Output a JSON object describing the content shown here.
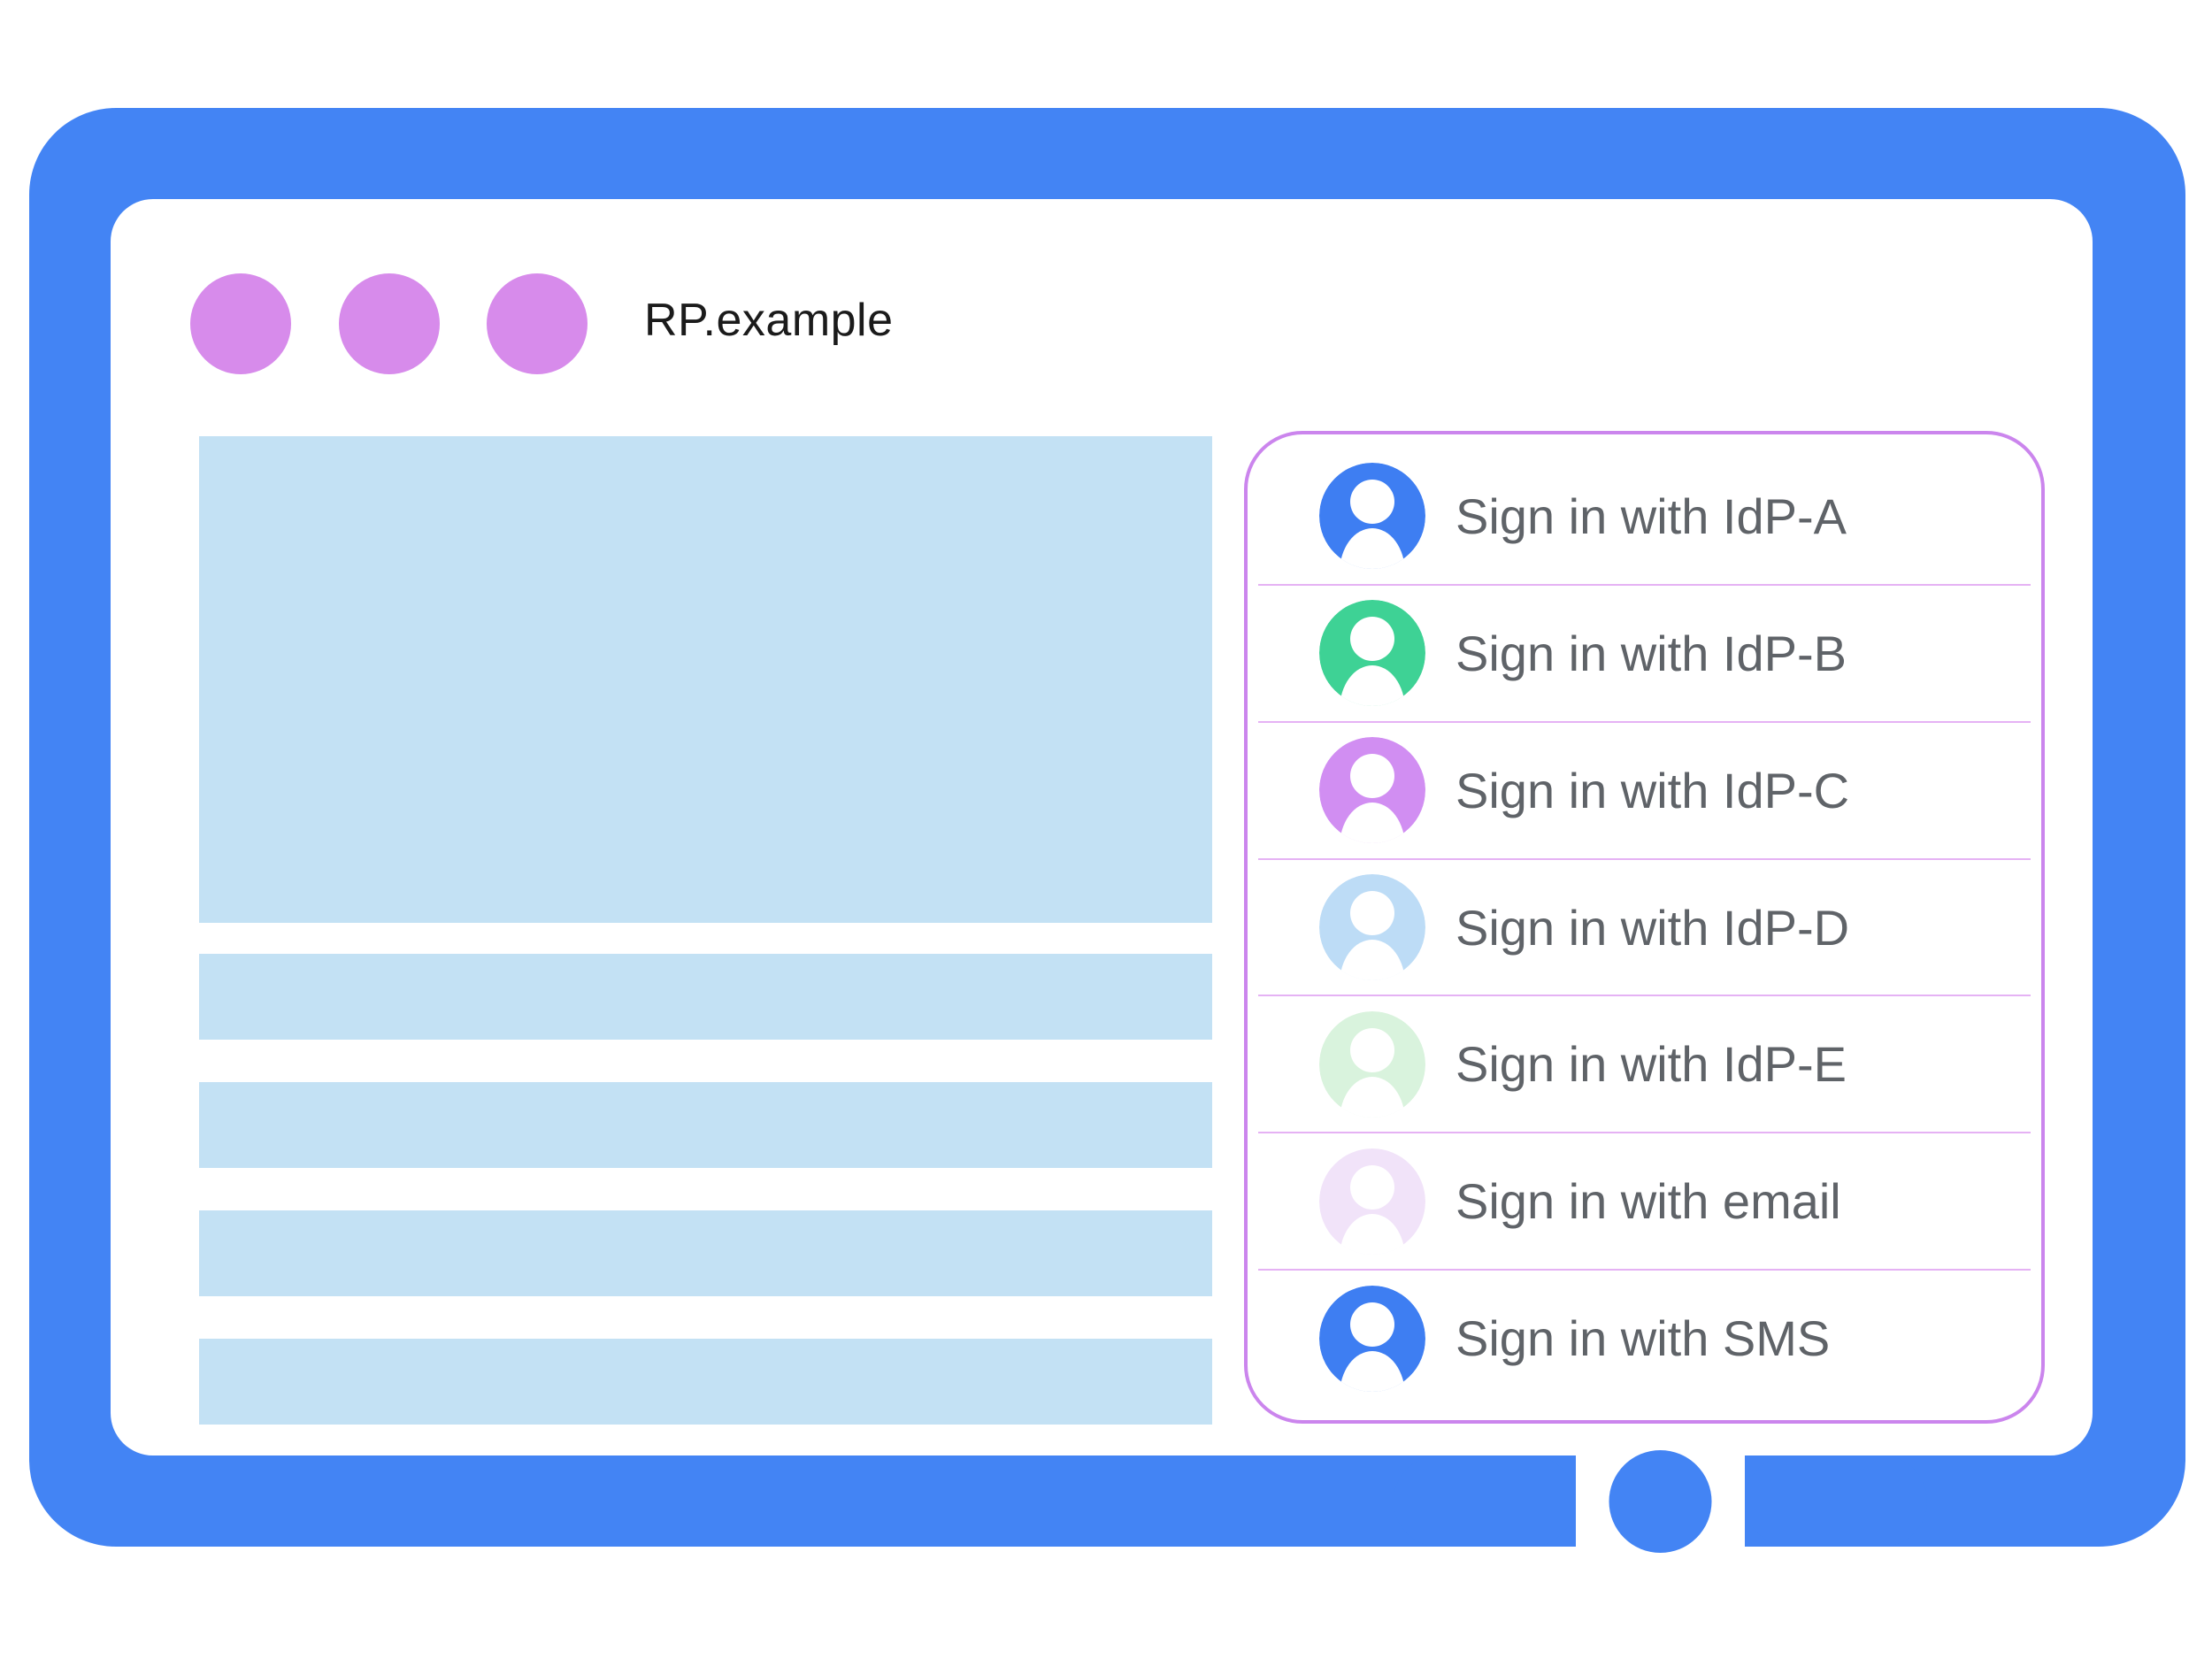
{
  "window": {
    "title": "RP.example",
    "dot_count": 3
  },
  "colors": {
    "background": "#ffffff",
    "frame_blue": "#4384f4",
    "window_dot": "#d78beb",
    "content_block": "#c3e1f4",
    "panel_border": "#cb85ed",
    "panel_divider": "#e5b2f4",
    "title_text": "#1b1b1b",
    "label_text": "#5f6368",
    "avatar_glyph": "#ffffff"
  },
  "panel": {
    "items": [
      {
        "label": "Sign in with IdP-A",
        "color": "#3e7ef2",
        "icon": "user-avatar-icon"
      },
      {
        "label": "Sign in with IdP-B",
        "color": "#3ed295",
        "icon": "user-avatar-icon"
      },
      {
        "label": "Sign in with IdP-C",
        "color": "#d18ef2",
        "icon": "user-avatar-icon"
      },
      {
        "label": "Sign in with IdP-D",
        "color": "#bddcf6",
        "icon": "user-avatar-icon"
      },
      {
        "label": "Sign in with IdP-E",
        "color": "#d9f3dd",
        "icon": "user-avatar-icon"
      },
      {
        "label": "Sign in with email",
        "color": "#f1e3f9",
        "icon": "user-avatar-icon"
      },
      {
        "label": "Sign in with SMS",
        "color": "#3e7ef2",
        "icon": "user-avatar-icon"
      }
    ]
  }
}
